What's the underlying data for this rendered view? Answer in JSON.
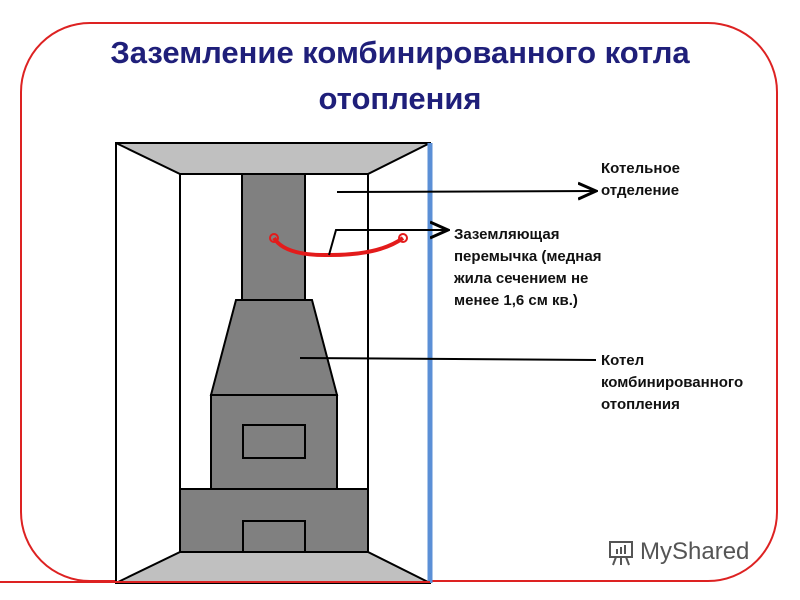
{
  "title": "Заземление комбинированного котла отопления",
  "labels": {
    "boiler_room": "Котельное отделение",
    "jumper": "Заземляющая перемычка (медная жила сечением не менее 1,6 см кв.)",
    "boiler": "Котел комбинированного отопления"
  },
  "watermark": "MyShared",
  "colors": {
    "frame": "#dd2222",
    "title": "#1f1f7a",
    "ground_bar": "#5b8fd6",
    "wire": "#e31b1b",
    "boiler": "#808080",
    "walls": "#c0c0c0"
  }
}
